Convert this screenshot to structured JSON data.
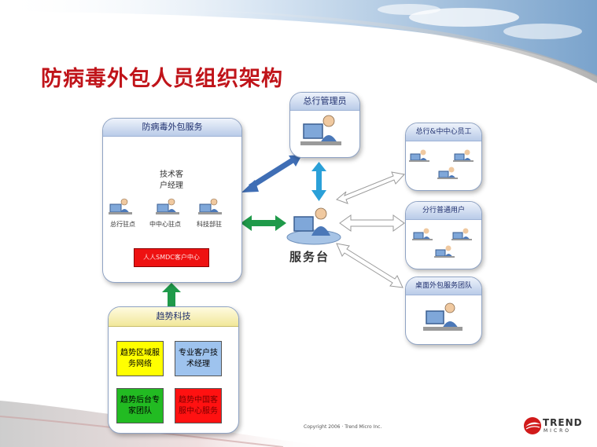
{
  "title": "防病毒外包人员组织架构",
  "outsource_box": {
    "header": "防病毒外包服务",
    "manager_label": "技术客户经理",
    "persons": [
      "总行驻点",
      "中中心驻点",
      "科技部驻"
    ],
    "red_label": "人人SMDC客户中心"
  },
  "trend_box": {
    "header": "趋势科技",
    "tiles": [
      {
        "label": "趋势区域服务网络",
        "color": "#ffff00"
      },
      {
        "label": "专业客户技术经理",
        "color": "#9ec3ee"
      },
      {
        "label": "趋势后台专家团队",
        "color": "#22bb22"
      },
      {
        "label": "趋势中国客服中心服务",
        "color": "#ff1111"
      }
    ]
  },
  "admin_box": {
    "header": "总行管理员"
  },
  "service_desk": {
    "label": "服务台"
  },
  "right_boxes": [
    {
      "header": "总行&中中心员工"
    },
    {
      "header": "分行普通用户"
    },
    {
      "header": "桌面外包服务团队"
    }
  ],
  "footer": {
    "copyright": "Copyright 2006 · Trend Micro Inc.",
    "logo_text": "TREND",
    "logo_sub": "MICRO"
  },
  "colors": {
    "title": "#c0141a",
    "arrow_blue": "#3f6eb5",
    "arrow_cyan": "#2aa0d8",
    "arrow_green": "#1f9a4a",
    "arrow_outline": "#9a9a9a"
  }
}
